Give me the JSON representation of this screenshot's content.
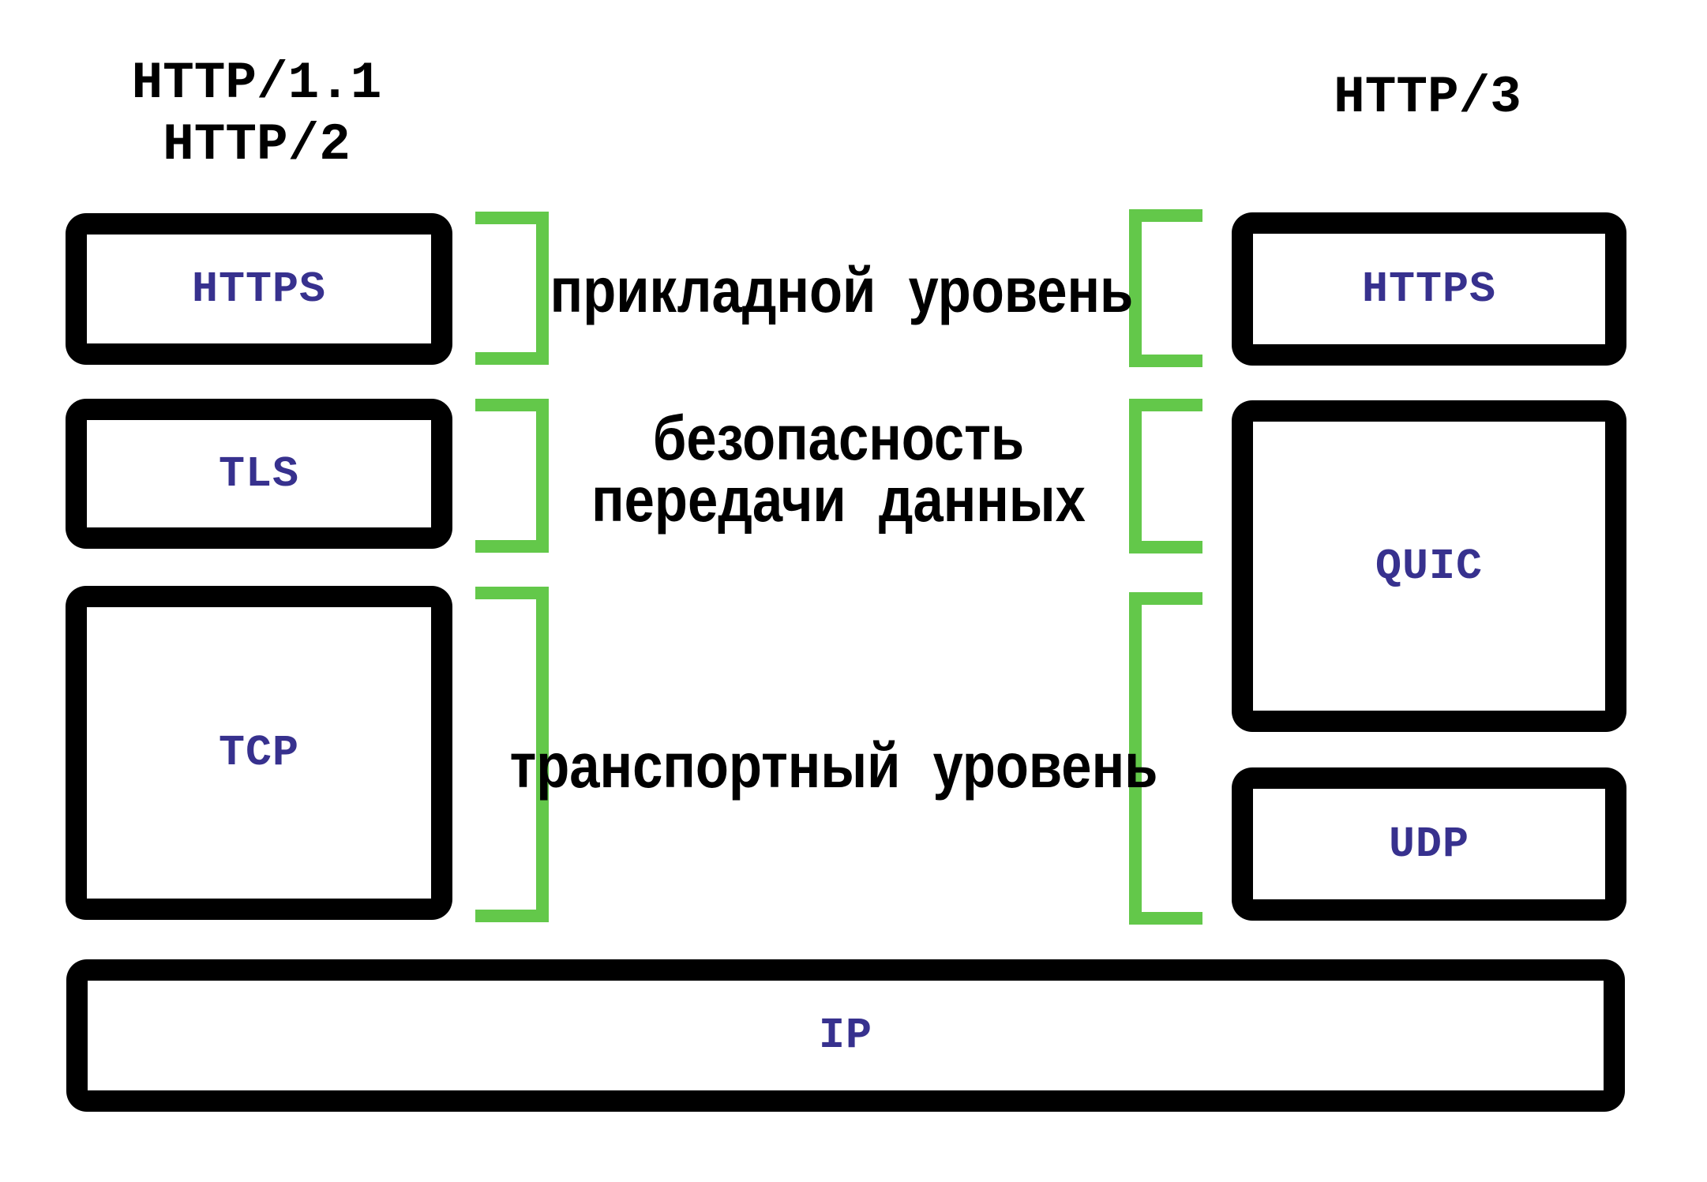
{
  "colors": {
    "green": "#63c84a",
    "indigo": "#37318e",
    "text": "#000000",
    "background": "#ffffff"
  },
  "headers": {
    "left_line1": "HTTP/1.1",
    "left_line2": "HTTP/2",
    "right": "HTTP/3"
  },
  "left_stack": {
    "https": "HTTPS",
    "tls": "TLS",
    "tcp": "TCP"
  },
  "right_stack": {
    "https": "HTTPS",
    "quic": "QUIC",
    "udp": "UDP"
  },
  "base": {
    "ip": "IP"
  },
  "layers": {
    "application": "прикладной уровень",
    "security_line1": "безопасность",
    "security_line2": "передачи данных",
    "transport": "транспортный уровень"
  }
}
